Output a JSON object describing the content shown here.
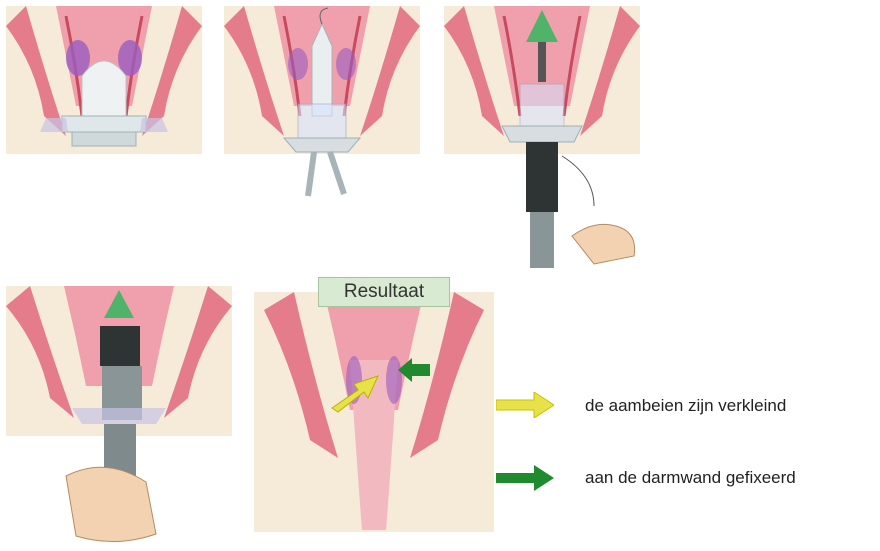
{
  "result_label": "Resultaat",
  "legend": [
    {
      "text": "de aambeien zijn verkleind",
      "color": "#e8e24a",
      "icon": "arrow-right-icon"
    },
    {
      "text": "aan de darmwand gefixeerd",
      "color": "#1f8a2e",
      "icon": "arrow-right-icon"
    }
  ],
  "colors": {
    "tissue_pink": "#e57c8c",
    "tissue_dark": "#c84a5e",
    "skin": "#f4e3cf",
    "hemorrhoid_purple": "#9a5cc0",
    "device_white": "#e9eef0",
    "device_dark": "#2e3434",
    "cone_green": "#4fb36a"
  }
}
